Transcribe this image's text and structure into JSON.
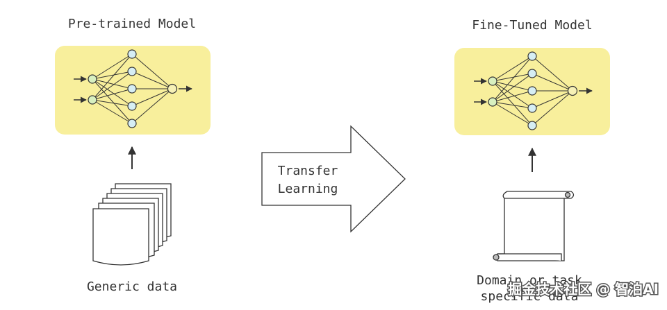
{
  "left": {
    "title": "Pre-trained Model",
    "data_label": "Generic data"
  },
  "middle": {
    "arrow_line1": "Transfer",
    "arrow_line2": "Learning"
  },
  "right": {
    "title": "Fine-Tuned Model",
    "data_label_line1": "Domain or task",
    "data_label_line2": "specific data"
  },
  "watermark": "掘金技术社区 @ 智泊AI",
  "colors": {
    "panel": "#f8ef9c",
    "node_input": "#d8f0c0",
    "node_hidden": "#d6eef4",
    "node_output": "#f6f1b6",
    "stroke": "#333333"
  }
}
